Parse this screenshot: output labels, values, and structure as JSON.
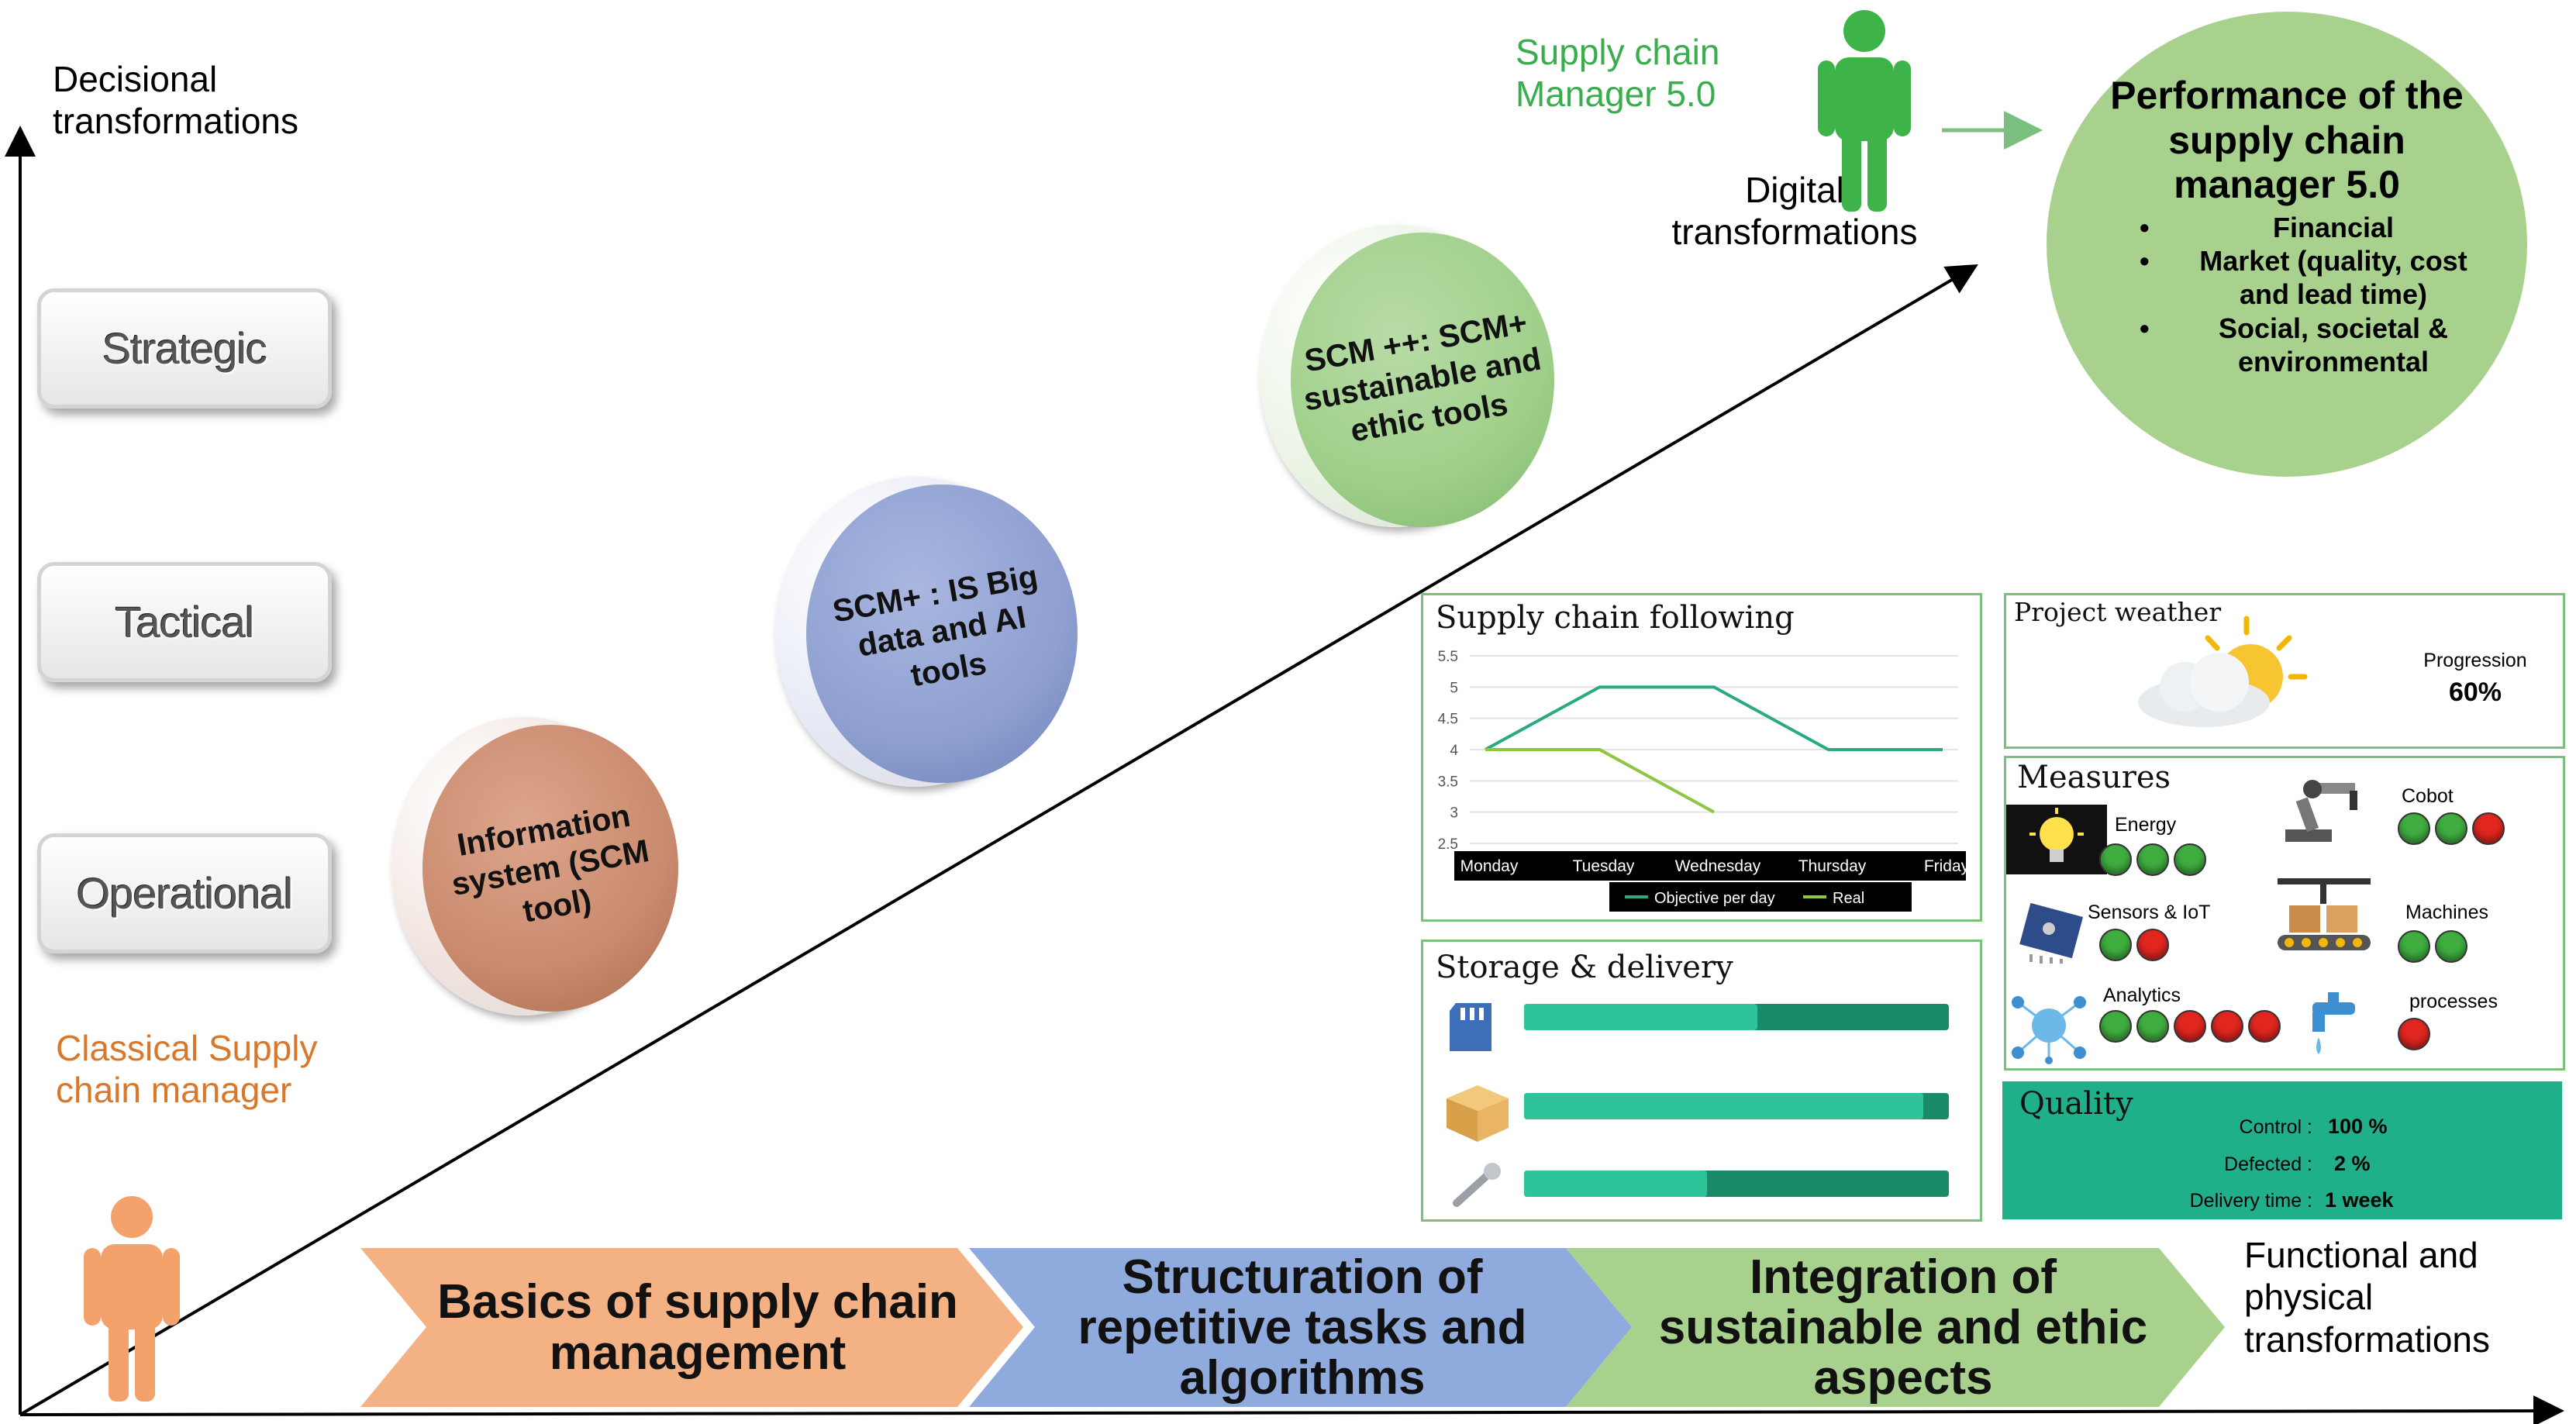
{
  "axes": {
    "vertical_label": "Decisional transformations",
    "horizontal_label": "Functional and physical transformations",
    "diagonal_label": "Digital transformations"
  },
  "levels": [
    "Strategic",
    "Tactical",
    "Operational"
  ],
  "classical_manager": "Classical Supply chain manager",
  "manager_50": "Supply chain Manager 5.0",
  "discs": [
    {
      "label": "Information system (SCM tool)",
      "color": "#c98a6d"
    },
    {
      "label": "SCM+ : IS Big data and AI tools",
      "color": "#8e9fd0"
    },
    {
      "label": "SCM ++: SCM+ sustainable and ethic tools",
      "color": "#9fcf8a"
    }
  ],
  "performance": {
    "title": "Performance of the supply chain manager 5.0",
    "items": [
      "Financial",
      "Market  (quality, cost and lead time)",
      "Social, societal & environmental"
    ],
    "color": "#a9d18e"
  },
  "stages": [
    {
      "label": "Basics of supply chain management",
      "color": "#f4b183"
    },
    {
      "label": "Structuration of repetitive tasks and algorithms",
      "color": "#8faadc"
    },
    {
      "label": "Integration of sustainable and ethic aspects",
      "color": "#a9d18e"
    }
  ],
  "dashboard": {
    "following": {
      "title": "Supply chain following",
      "chart_data": {
        "type": "line",
        "categories": [
          "Monday",
          "Tuesday",
          "Wednesday",
          "Thursday",
          "Friday"
        ],
        "yticks": [
          "5.5",
          "5",
          "4.5",
          "4",
          "3.5",
          "3",
          "2.5"
        ],
        "ylim": [
          2.5,
          5.5
        ],
        "series": [
          {
            "name": "Objective per day",
            "values": [
              4,
              5,
              5,
              4,
              4
            ],
            "color": "#2aa984"
          },
          {
            "name": "Real",
            "values": [
              4,
              4,
              3
            ],
            "color": "#8dc63f"
          }
        ]
      }
    },
    "storage": {
      "title": "Storage & delivery",
      "bars": [
        {
          "icon": "sd-card-icon",
          "progress": 0.55
        },
        {
          "icon": "box-icon",
          "progress": 0.94
        },
        {
          "icon": "screw-icon",
          "progress": 0.43
        }
      ]
    },
    "weather": {
      "title": "Project weather",
      "progress_label": "Progression",
      "progress_value": "60%"
    },
    "measures": {
      "title": "Measures",
      "items": [
        {
          "label": "Energy",
          "lights": [
            "green",
            "green",
            "green"
          ]
        },
        {
          "label": "Cobot",
          "lights": [
            "green",
            "green",
            "red"
          ]
        },
        {
          "label": "Sensors & IoT",
          "lights": [
            "green",
            "red"
          ]
        },
        {
          "label": "Machines",
          "lights": [
            "green",
            "green"
          ]
        },
        {
          "label": "Analytics",
          "lights": [
            "green",
            "green",
            "red",
            "red",
            "red"
          ]
        },
        {
          "label": "processes",
          "lights": [
            "red"
          ]
        }
      ]
    },
    "quality": {
      "title": "Quality",
      "rows": [
        {
          "label": "Control :",
          "value": "100 %"
        },
        {
          "label": "Defected :",
          "value": "2 %"
        },
        {
          "label": "Delivery time :",
          "value": "1 week"
        }
      ]
    }
  },
  "colors": {
    "orange_text": "#d9772b",
    "green_text": "#3aad4c",
    "person_orange": "#f4a26b",
    "person_green": "#3db34a",
    "panel_border": "#7cc07f",
    "quality_bg": "#1fb08a"
  }
}
